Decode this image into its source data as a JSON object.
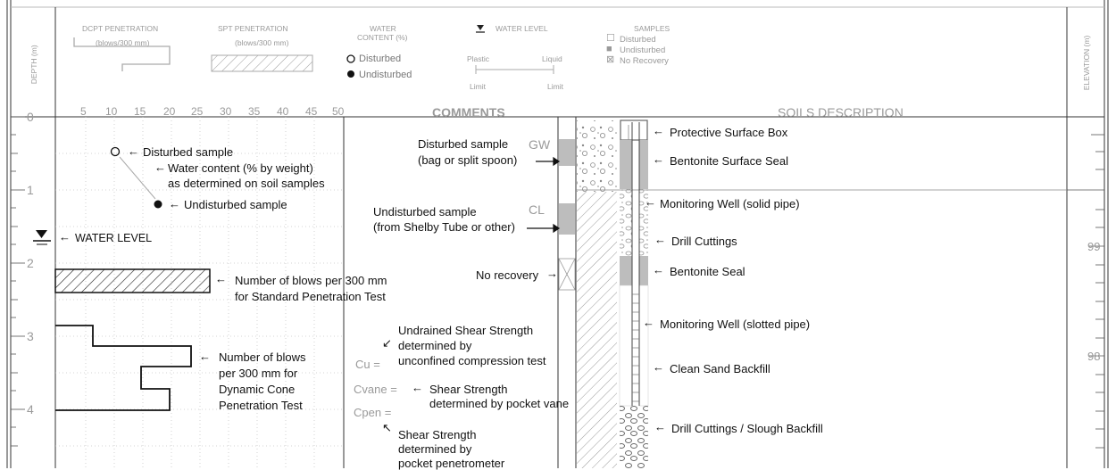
{
  "header": {
    "dcpt_title": "DCPT PENETRATION",
    "dcpt_units": "(blows/300 mm)",
    "spt_title": "SPT PENETRATION",
    "spt_units": "(blows/300 mm)",
    "water_title": "WATER",
    "water_title2": "CONTENT (%)",
    "water_disturbed": "Disturbed",
    "water_undisturbed": "Undisturbed",
    "water_level_title": "WATER LEVEL",
    "plastic": "Plastic",
    "liquid": "Liquid",
    "limit_left": "Limit",
    "limit_right": "Limit",
    "samples_title": "SAMPLES",
    "samples_disturbed": "Disturbed",
    "samples_undisturbed": "Undisturbed",
    "samples_no_recovery": "No Recovery",
    "depth_label": "DEPTH (m)",
    "elevation_label": "ELEVATION (m)",
    "comments": "COMMENTS",
    "soils_description": "SOILS DESCRIPTION"
  },
  "scale": {
    "ticks": [
      "5",
      "10",
      "15",
      "20",
      "25",
      "30",
      "35",
      "40",
      "45",
      "50"
    ]
  },
  "depth_ticks": [
    "0",
    "1",
    "2",
    "3",
    "4"
  ],
  "elevation_ticks": [
    "99",
    "98"
  ],
  "annotations": {
    "disturbed_sample": "Disturbed sample",
    "water_content_1": "Water content (% by weight)",
    "water_content_2": "as determined on soil samples",
    "undisturbed_sample": "Undisturbed sample",
    "water_level": "WATER LEVEL",
    "spt_1": "Number of blows per 300 mm",
    "spt_2": "for Standard Penetration Test",
    "dcpt_1": "Number of blows",
    "dcpt_2": "per 300 mm  for",
    "dcpt_3": "Dynamic Cone",
    "dcpt_4": "Penetration Test"
  },
  "comments": {
    "disturbed_1": "Disturbed sample",
    "disturbed_2": "(bag or split spoon)",
    "gw": "GW",
    "undisturbed_1": "Undisturbed sample",
    "undisturbed_2": "(from Shelby Tube or other)",
    "cl": "CL",
    "no_recovery": "No recovery",
    "undrained_1": "Undrained Shear Strength",
    "undrained_2": "determined by",
    "undrained_3": "unconfined compression test",
    "cu": "Cu =",
    "cvane": "Cvane =",
    "vane_1": "Shear Strength",
    "vane_2": "determined by pocket vane",
    "cpen": "Cpen =",
    "pen_1": "Shear Strength",
    "pen_2": "determined by",
    "pen_3": "pocket penetrometer"
  },
  "well": {
    "surface_box": "Protective Surface Box",
    "bentonite_surface": "Bentonite Surface Seal",
    "solid_pipe": "Monitoring Well (solid pipe)",
    "drill_cuttings": "Drill Cuttings",
    "bentonite_seal": "Bentonite Seal",
    "slotted_pipe": "Monitoring Well (slotted pipe)",
    "clean_sand": "Clean Sand Backfill",
    "slough": "Drill Cuttings / Slough Backfill"
  },
  "icons": {
    "arrow": "←",
    "arrow_right": "→",
    "arrow_ne": "↙",
    "arrow_nw": "↖",
    "water_level": "water-level-triangle-icon",
    "box_empty": "☐",
    "box_filled": "■",
    "box_x": "⊠"
  },
  "colors": {
    "grid": "#b8b8b8",
    "line": "#111111",
    "muted": "#9a9a9a",
    "sample_fill": "#bdbdbd"
  }
}
